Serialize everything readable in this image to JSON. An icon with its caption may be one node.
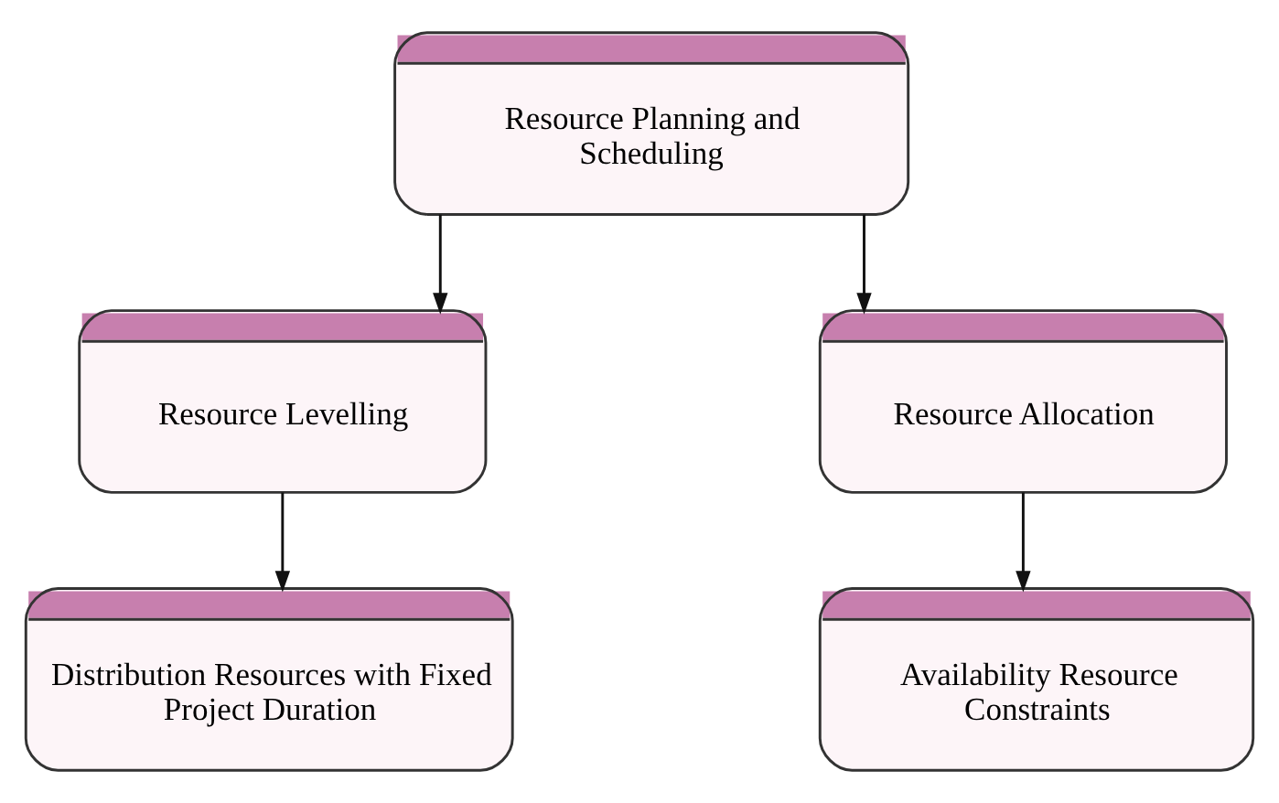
{
  "diagram": {
    "nodes": [
      {
        "text": [
          "Resource Planning and Scheduling"
        ]
      },
      {
        "text": [
          "Resource Levelling"
        ]
      },
      {
        "text": [
          "Resource Allocation"
        ]
      },
      {
        "text": [
          "Distribution Resources with Fixed Project Duration"
        ]
      },
      {
        "text": [
          "Availability Resource Constraints"
        ]
      }
    ],
    "edges": [
      {
        "from": 0,
        "to": 1,
        "arrow": "to"
      },
      {
        "from": 0,
        "to": 2,
        "arrow": "to"
      },
      {
        "from": 1,
        "to": 3,
        "arrow": "to"
      },
      {
        "from": 2,
        "to": 4,
        "arrow": "to"
      }
    ]
  }
}
